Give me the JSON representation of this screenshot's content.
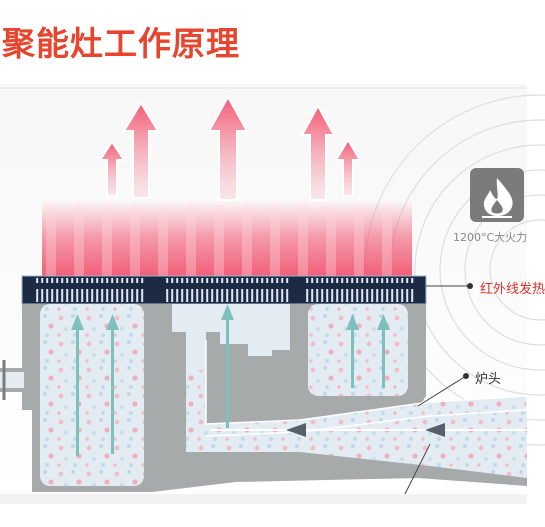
{
  "title": "聚能灶工作原理",
  "badge": {
    "icon": "flame-icon",
    "text": "1200°C大火力"
  },
  "labels": {
    "infrared": "红外线发热",
    "burner_head": "炉头"
  },
  "colors": {
    "title": "#e8452e",
    "heat_glow": "#f0506c",
    "burner_body": "#a7aaaa",
    "chamber": "#e3ecf2",
    "flow_arrow": "#7dc0bc",
    "infrared_plate": "#1c2a44",
    "label_red": "#d8312a"
  }
}
